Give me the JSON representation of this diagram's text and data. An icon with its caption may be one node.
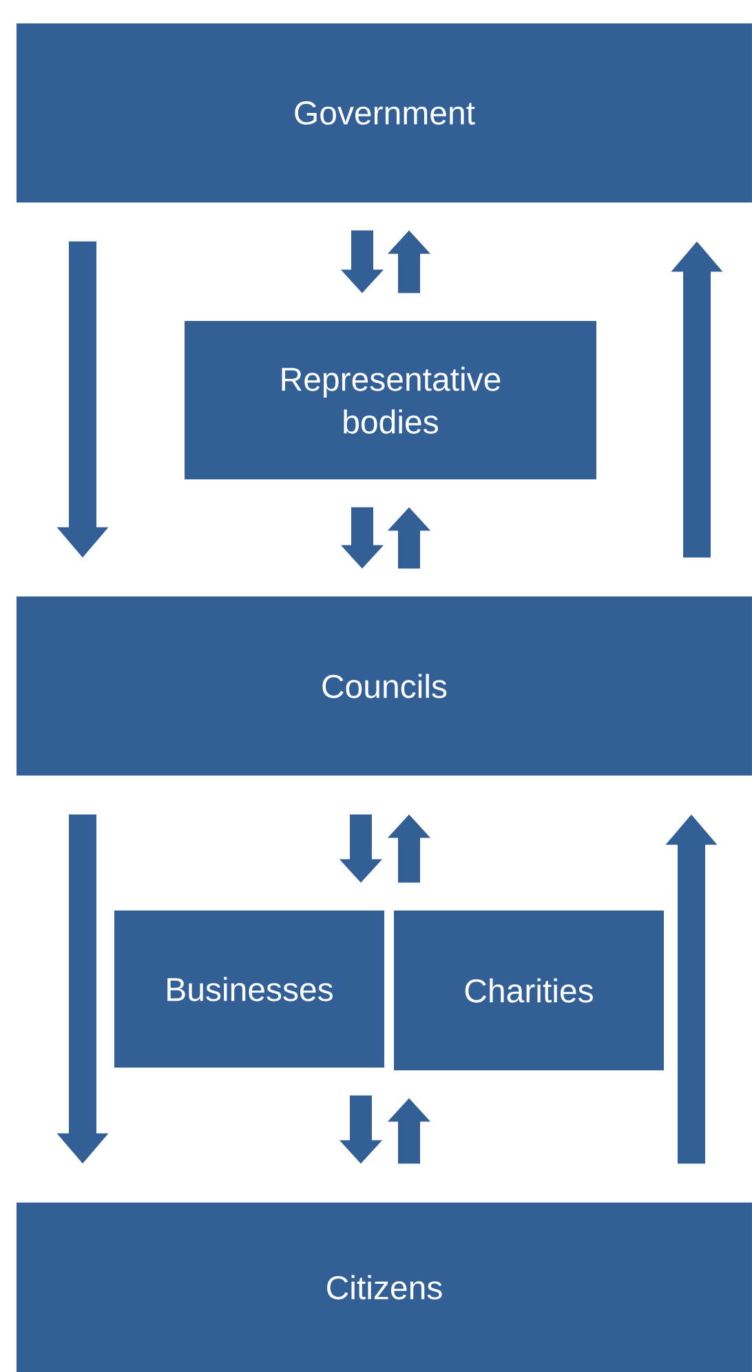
{
  "diagram": {
    "nodes": [
      {
        "text": [
          "Government"
        ]
      },
      {
        "text": [
          "Representative bodies"
        ]
      },
      {
        "text": [
          "Councils"
        ]
      },
      {
        "text": [
          "Businesses"
        ]
      },
      {
        "text": [
          "Charities"
        ]
      },
      {
        "text": [
          "Citizens"
        ]
      }
    ],
    "edges": [
      {
        "from": 0,
        "to": 2,
        "arrow": "to"
      },
      {
        "from": 2,
        "to": 0,
        "arrow": "to"
      },
      {
        "from": 0,
        "to": 1,
        "arrow": "to"
      },
      {
        "from": 1,
        "to": 0,
        "arrow": "to"
      },
      {
        "from": 1,
        "to": 2,
        "arrow": "to"
      },
      {
        "from": 2,
        "to": 1,
        "arrow": "to"
      },
      {
        "from": 2,
        "to": 3,
        "arrow": "to"
      },
      {
        "from": 4,
        "to": 2,
        "arrow": "to"
      },
      {
        "from": 3,
        "to": 5,
        "arrow": "to"
      },
      {
        "from": 5,
        "to": 4,
        "arrow": "to"
      },
      {
        "from": 2,
        "to": 5,
        "arrow": "to"
      },
      {
        "from": 5,
        "to": 2,
        "arrow": "to"
      }
    ]
  }
}
